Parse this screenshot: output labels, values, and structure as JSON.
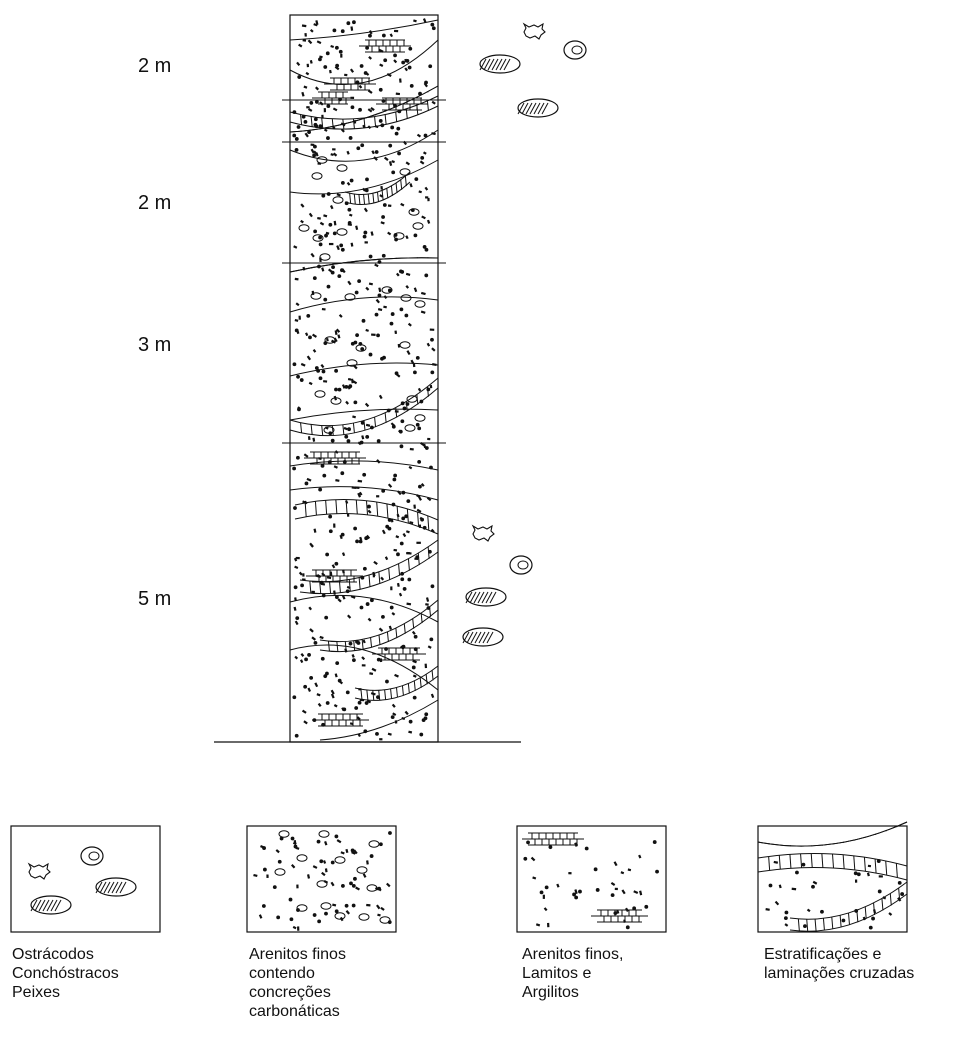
{
  "section": {
    "units": [
      {
        "thickness": "2 m"
      },
      {
        "thickness": "2 m"
      },
      {
        "thickness": "3 m"
      },
      {
        "thickness": "5 m"
      }
    ]
  },
  "legend": [
    {
      "label": "Ostrácodos\nConchóstracos\nPeixes",
      "symbol": "fossils-icon"
    },
    {
      "label": "Arenitos finos\ncontendo\nconcreções\ncarbonáticas",
      "symbol": "sandstone-concretions-icon"
    },
    {
      "label": "Arenitos finos,\nLamitos e\nArgilitos",
      "symbol": "sandstone-mudstone-icon"
    },
    {
      "label": "Estratificações e\nlaminações cruzadas",
      "symbol": "cross-stratification-icon"
    }
  ],
  "colors": {
    "ink": "#111111",
    "background": "#ffffff"
  }
}
